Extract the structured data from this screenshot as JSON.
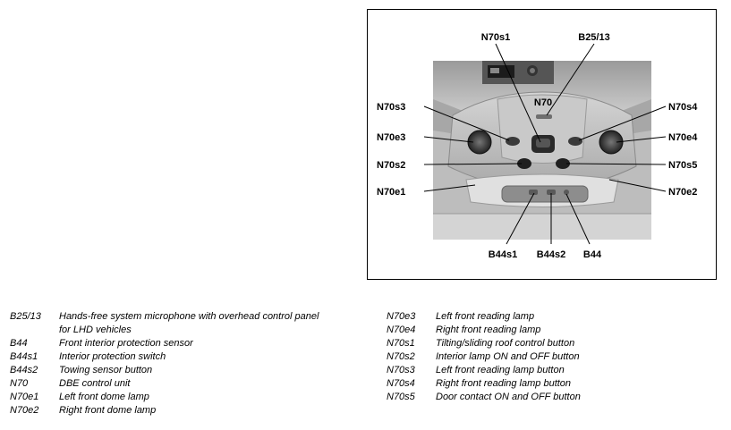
{
  "diagram": {
    "callouts": {
      "n70s1": "N70s1",
      "b25_13": "B25/13",
      "n70": "N70",
      "n70s3": "N70s3",
      "n70s4": "N70s4",
      "n70e3": "N70e3",
      "n70e4": "N70e4",
      "n70s2": "N70s2",
      "n70s5": "N70s5",
      "n70e1": "N70e1",
      "n70e2": "N70e2",
      "b44s1": "B44s1",
      "b44s2": "B44s2",
      "b44": "B44"
    }
  },
  "legend": {
    "left": [
      {
        "code": "B25/13",
        "desc": "Hands-free system microphone with overhead control panel for LHD vehicles"
      },
      {
        "code": "B44",
        "desc": "Front interior protection sensor"
      },
      {
        "code": "B44s1",
        "desc": "Interior protection switch"
      },
      {
        "code": "B44s2",
        "desc": "Towing sensor button"
      },
      {
        "code": "N70",
        "desc": "DBE control unit"
      },
      {
        "code": "N70e1",
        "desc": "Left front dome lamp"
      },
      {
        "code": "N70e2",
        "desc": "Right front dome lamp"
      }
    ],
    "right": [
      {
        "code": "N70e3",
        "desc": "Left front reading lamp"
      },
      {
        "code": "N70e4",
        "desc": "Right front reading lamp"
      },
      {
        "code": "N70s1",
        "desc": "Tilting/sliding roof control button"
      },
      {
        "code": "N70s2",
        "desc": "Interior lamp ON and OFF button"
      },
      {
        "code": "N70s3",
        "desc": "Left front reading lamp button"
      },
      {
        "code": "N70s4",
        "desc": "Right front reading lamp button"
      },
      {
        "code": "N70s5",
        "desc": "Door contact ON and OFF button"
      }
    ]
  }
}
